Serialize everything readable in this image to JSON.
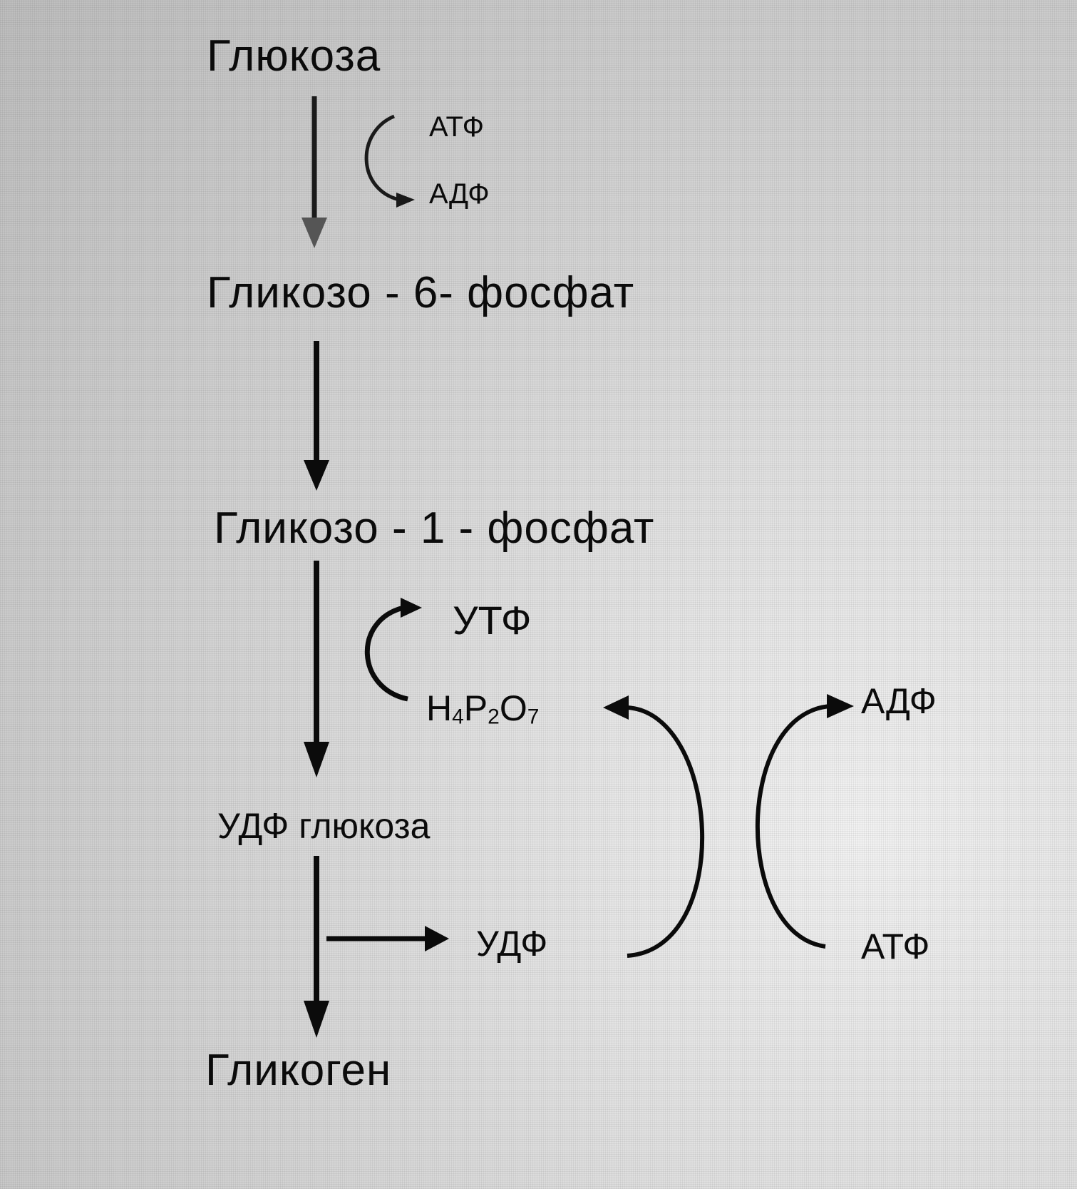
{
  "pathway": {
    "glucose": "Глюкоза",
    "g6p": "Гликозо - 6- фосфат",
    "g1p": "Гликозо - 1 - фосфат",
    "udp_glucose": "УДФ глюкоза",
    "glycogen": "Гликоген"
  },
  "cofactors": {
    "step1_in": "АТФ",
    "step1_out": "АДФ",
    "step3_in": "УТФ",
    "step3_out_h": "Н",
    "step3_out_h_sub": "4",
    "step3_out_p": "Р",
    "step3_out_p_sub": "2",
    "step3_out_o": "О",
    "step3_out_o_sub": "7",
    "udp": "УДФ",
    "regen_out": "АДФ",
    "regen_in": "АТФ"
  },
  "colors": {
    "ink": "#0b0b0b"
  }
}
